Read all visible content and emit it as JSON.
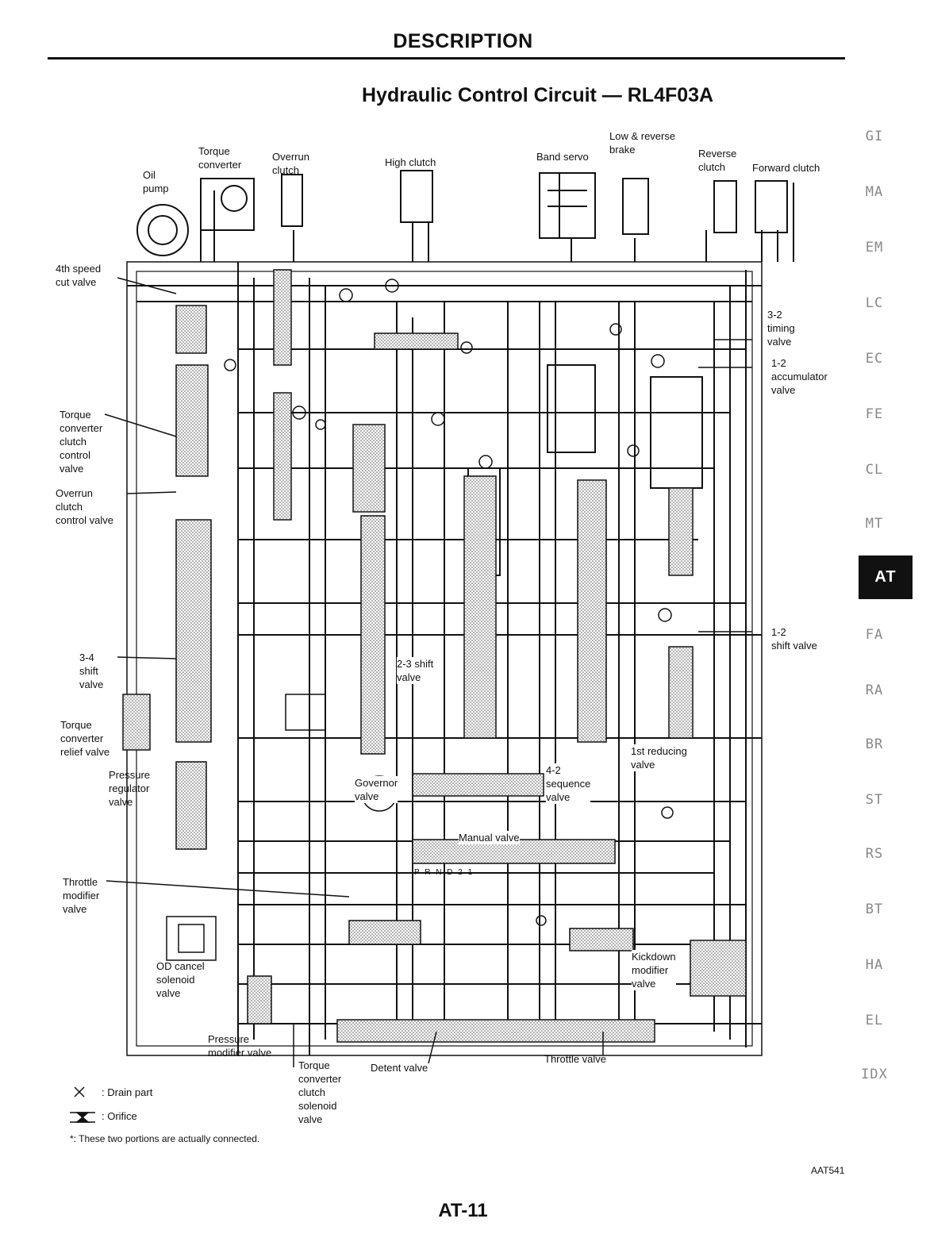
{
  "header": {
    "section_title": "DESCRIPTION",
    "diagram_title": "Hydraulic Control Circuit — RL4F03A"
  },
  "components": {
    "torque_converter": "Torque\nconverter",
    "oil_pump": "Oil\npump",
    "overrun_clutch": "Overrun\nclutch",
    "high_clutch": "High clutch",
    "band_servo": "Band servo",
    "low_reverse_brake": "Low & reverse\nbrake",
    "reverse_clutch": "Reverse\nclutch",
    "forward_clutch": "Forward clutch",
    "fourth_speed_cut_valve": "4th speed\ncut valve",
    "timing_valve_3_2": "3-2\ntiming\nvalve",
    "accumulator_valve_1_2": "1-2\naccumulator\nvalve",
    "tcc_control_valve": "Torque\nconverter\nclutch\ncontrol\nvalve",
    "overrun_clutch_control_valve": "Overrun\nclutch\ncontrol valve",
    "shift_valve_1_2": "1-2\nshift valve",
    "shift_valve_3_4": "3-4\nshift\nvalve",
    "shift_valve_2_3": "2-3 shift\nvalve",
    "tc_relief_valve": "Torque\nconverter\nrelief valve",
    "pressure_regulator_valve": "Pressure\nregulator\nvalve",
    "first_reducing_valve": "1st reducing\nvalve",
    "governor_valve": "Governor\nvalve",
    "sequence_valve_4_2": "4-2\nsequence\nvalve",
    "manual_valve": "Manual valve",
    "manual_positions": "P R N D 2 1",
    "throttle_modifier_valve": "Throttle\nmodifier\nvalve",
    "od_cancel_solenoid_valve": "OD cancel\nsolenoid\nvalve",
    "kickdown_modifier_valve": "Kickdown\nmodifier\nvalve",
    "pressure_modifier_valve": "Pressure\nmodifier valve",
    "tcc_solenoid_valve": "Torque\nconverter\nclutch\nsolenoid\nvalve",
    "detent_valve": "Detent valve",
    "throttle_valve": "Throttle valve"
  },
  "legend": {
    "drain_symbol": "×",
    "drain_label": ": Drain part",
    "orifice_label": ": Orifice",
    "note": "*: These two portions are actually connected."
  },
  "side_tabs": [
    "GI",
    "MA",
    "EM",
    "LC",
    "EC",
    "FE",
    "CL",
    "MT",
    "AT",
    "FA",
    "RA",
    "BR",
    "ST",
    "RS",
    "BT",
    "HA",
    "EL",
    "IDX"
  ],
  "active_tab": "AT",
  "footer": {
    "figure_code": "AAT541",
    "page_number": "AT-11"
  }
}
